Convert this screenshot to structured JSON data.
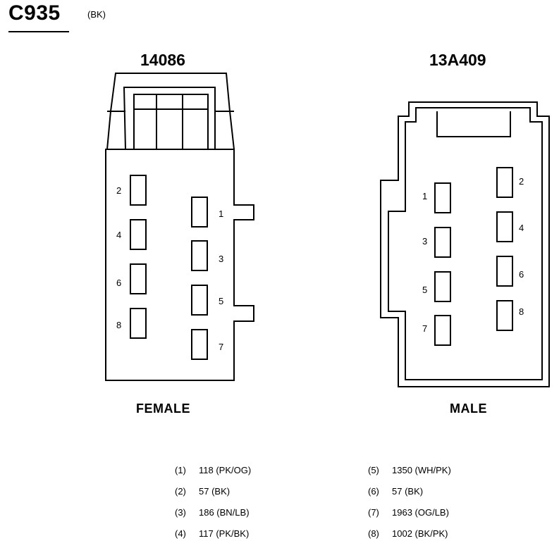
{
  "header": {
    "connector_id": "C935",
    "color_code": "(BK)"
  },
  "female": {
    "part_number": "14086",
    "label": "FEMALE",
    "pins": [
      "1",
      "2",
      "3",
      "4",
      "5",
      "6",
      "7",
      "8"
    ]
  },
  "male": {
    "part_number": "13A409",
    "label": "MALE",
    "pins": [
      "1",
      "2",
      "3",
      "4",
      "5",
      "6",
      "7",
      "8"
    ]
  },
  "wires": [
    {
      "pin": "(1)",
      "circuit": "118 (PK/OG)"
    },
    {
      "pin": "(2)",
      "circuit": "57 (BK)"
    },
    {
      "pin": "(3)",
      "circuit": "186 (BN/LB)"
    },
    {
      "pin": "(4)",
      "circuit": "117 (PK/BK)"
    },
    {
      "pin": "(5)",
      "circuit": "1350 (WH/PK)"
    },
    {
      "pin": "(6)",
      "circuit": "57 (BK)"
    },
    {
      "pin": "(7)",
      "circuit": "1963 (OG/LB)"
    },
    {
      "pin": "(8)",
      "circuit": "1002 (BK/PK)"
    }
  ]
}
